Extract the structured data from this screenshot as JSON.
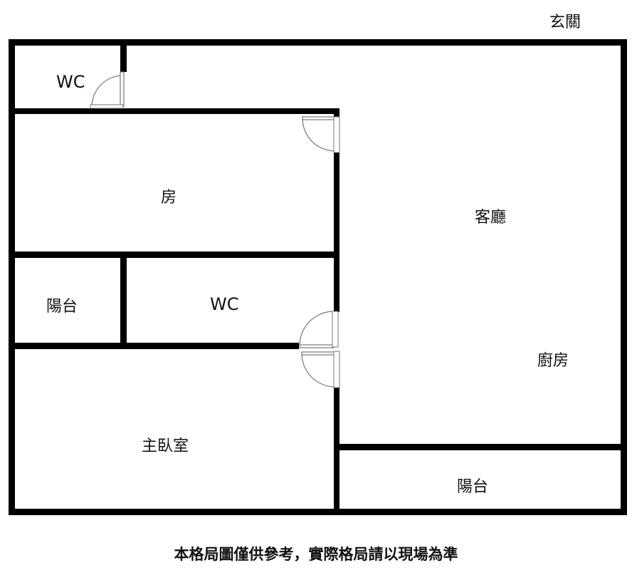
{
  "plan": {
    "entrance_label": "玄關",
    "rooms": {
      "wc_top": "WC",
      "bedroom": "房",
      "living_room": "客廳",
      "balcony_left": "陽台",
      "wc_middle": "WC",
      "kitchen": "廚房",
      "master_bedroom": "主臥室",
      "balcony_bottom": "陽台"
    }
  },
  "caption": "本格局圖僅供參考，實際格局請以現場為準"
}
